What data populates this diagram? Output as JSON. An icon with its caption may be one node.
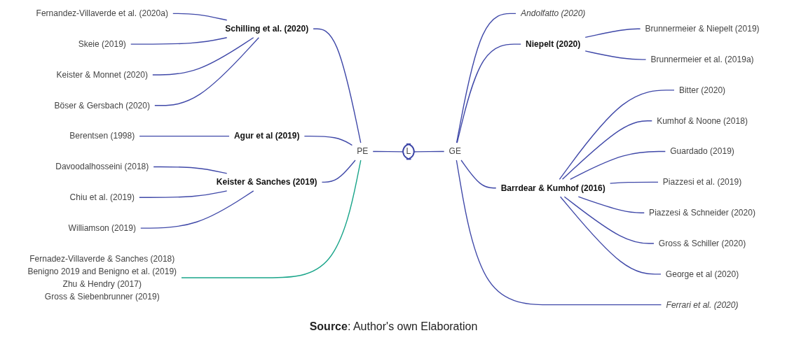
{
  "diagram": {
    "caption": "**Source**: Author's own Elaboration",
    "nodes": [
      {
        "text": [
          "Fernandez-Villaverde et al. (2020a)"
        ]
      },
      {
        "text": [
          "Skeie (2019)"
        ]
      },
      {
        "text": [
          "Keister & Monnet (2020)"
        ]
      },
      {
        "text": [
          "Böser & Gersbach (2020)"
        ]
      },
      {
        "text": [
          "Schilling et al. (2020)"
        ]
      },
      {
        "text": [
          "Berentsen (1998)"
        ]
      },
      {
        "text": [
          "Agur et al (2019)"
        ]
      },
      {
        "text": [
          "Davoodalhosseini (2018)"
        ]
      },
      {
        "text": [
          "Chiu et al. (2019)"
        ]
      },
      {
        "text": [
          "Williamson (2019)"
        ]
      },
      {
        "text": [
          "Keister & Sanches (2019)"
        ]
      },
      {
        "text": [
          "Fernadez-Villaverde & Sanches (2018)",
          "Benigno 2019 and Benigno et al. (2019)",
          "Zhu & Hendry (2017)",
          "Gross & Siebenbrunner (2019)"
        ]
      },
      {
        "text": [
          "PE"
        ]
      },
      {
        "text": [
          "L"
        ]
      },
      {
        "text": [
          "GE"
        ]
      },
      {
        "text": [
          "Andolfatto (2020)"
        ]
      },
      {
        "text": [
          "Niepelt (2020)"
        ]
      },
      {
        "text": [
          "Brunnermeier & Niepelt (2019)"
        ]
      },
      {
        "text": [
          "Brunnermeier et al. (2019a)"
        ]
      },
      {
        "text": [
          "Barrdear & Kumhof (2016)"
        ]
      },
      {
        "text": [
          "Bitter (2020)"
        ]
      },
      {
        "text": [
          "Kumhof & Noone (2018)"
        ]
      },
      {
        "text": [
          "Guardado (2019)"
        ]
      },
      {
        "text": [
          "Piazzesi et al. (2019)"
        ]
      },
      {
        "text": [
          "Piazzesi & Schneider (2020)"
        ]
      },
      {
        "text": [
          "Gross & Schiller (2020)"
        ]
      },
      {
        "text": [
          "George et al (2020)"
        ]
      },
      {
        "text": [
          "Ferrari et al. (2020)"
        ]
      }
    ],
    "edges": [
      {
        "from": 0,
        "to": 4,
        "arrow": "none"
      },
      {
        "from": 1,
        "to": 4,
        "arrow": "none"
      },
      {
        "from": 2,
        "to": 4,
        "arrow": "none"
      },
      {
        "from": 3,
        "to": 4,
        "arrow": "none"
      },
      {
        "from": 4,
        "to": 12,
        "arrow": "none"
      },
      {
        "from": 5,
        "to": 6,
        "arrow": "none"
      },
      {
        "from": 6,
        "to": 12,
        "arrow": "none"
      },
      {
        "from": 7,
        "to": 10,
        "arrow": "none"
      },
      {
        "from": 8,
        "to": 10,
        "arrow": "none"
      },
      {
        "from": 9,
        "to": 10,
        "arrow": "none"
      },
      {
        "from": 10,
        "to": 12,
        "arrow": "none"
      },
      {
        "from": 11,
        "to": 12,
        "arrow": "none",
        "color": "#1aa58a"
      },
      {
        "from": 12,
        "to": 13,
        "arrow": "none"
      },
      {
        "from": 13,
        "to": 14,
        "arrow": "none"
      },
      {
        "from": 14,
        "to": 15,
        "arrow": "none"
      },
      {
        "from": 14,
        "to": 16,
        "arrow": "none"
      },
      {
        "from": 16,
        "to": 17,
        "arrow": "none"
      },
      {
        "from": 16,
        "to": 18,
        "arrow": "none"
      },
      {
        "from": 14,
        "to": 19,
        "arrow": "none"
      },
      {
        "from": 19,
        "to": 20,
        "arrow": "none"
      },
      {
        "from": 19,
        "to": 21,
        "arrow": "none"
      },
      {
        "from": 19,
        "to": 22,
        "arrow": "none"
      },
      {
        "from": 19,
        "to": 23,
        "arrow": "none"
      },
      {
        "from": 19,
        "to": 24,
        "arrow": "none"
      },
      {
        "from": 19,
        "to": 25,
        "arrow": "none"
      },
      {
        "from": 19,
        "to": 26,
        "arrow": "none"
      },
      {
        "from": 14,
        "to": 27,
        "arrow": "none"
      }
    ]
  }
}
